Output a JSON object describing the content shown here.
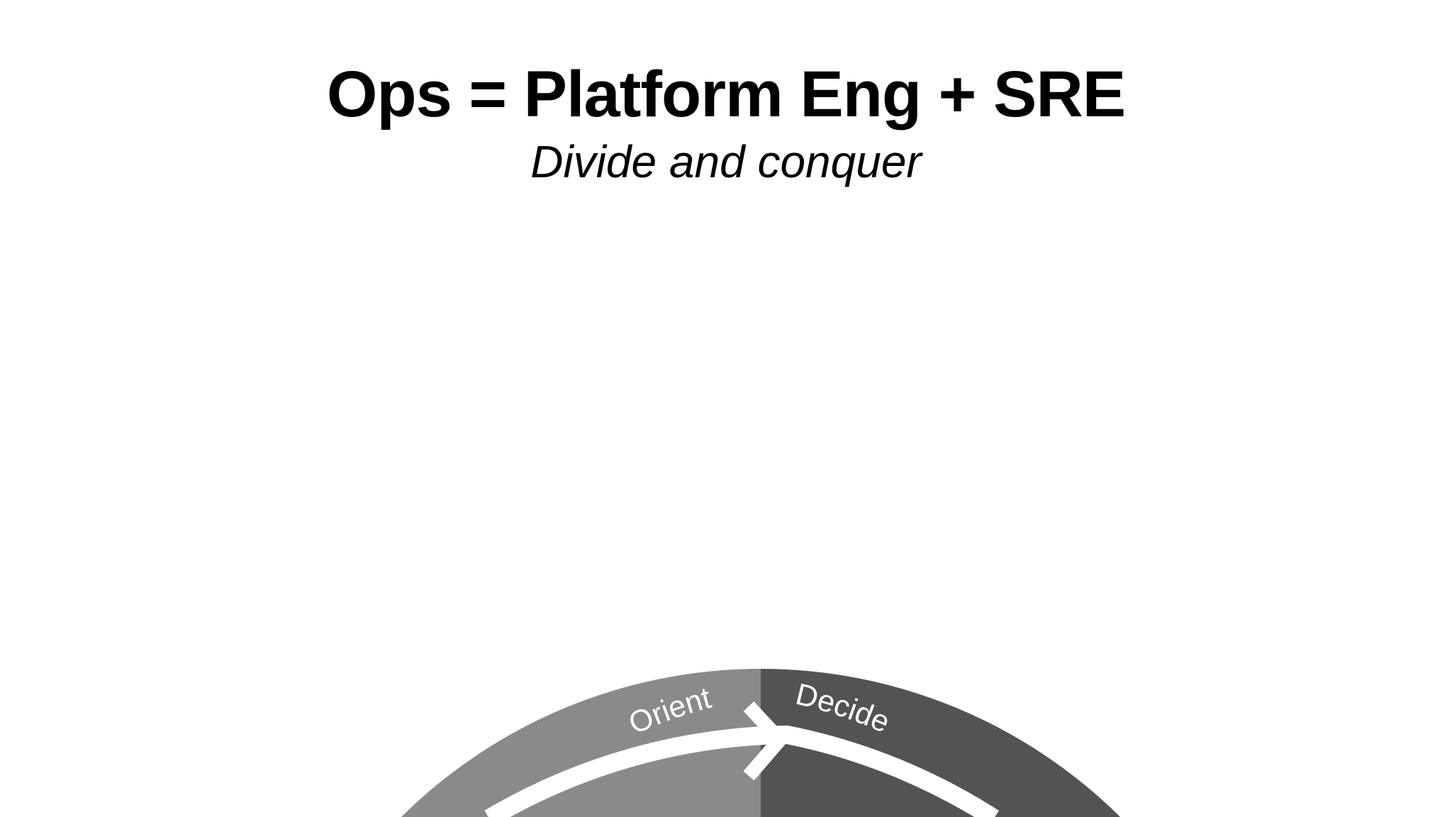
{
  "header": {
    "title": "Ops = Platform Eng + SRE",
    "subtitle": "Divide and conquer"
  },
  "diagram": {
    "segments": [
      {
        "label": "Orient",
        "color": "#8a8a8a"
      },
      {
        "label": "Decide",
        "color": "#535353"
      }
    ],
    "arrow_color": "#ffffff"
  }
}
